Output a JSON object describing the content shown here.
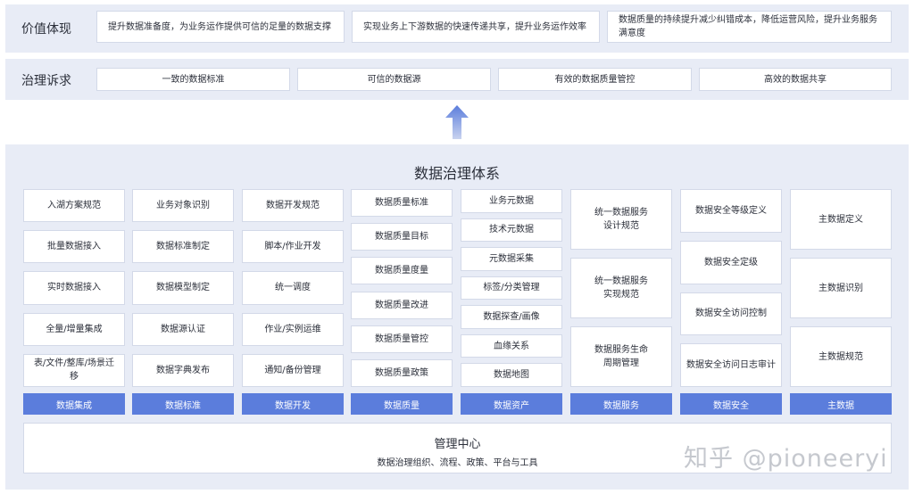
{
  "value": {
    "label": "价值体现",
    "items": [
      "提升数据准备度，为业务运作提供可信的足量的数据支撑",
      "实现业务上下游数据的快速传递共享，提升业务运作效率",
      "数据质量的持续提升减少纠错成本，降低运营风险，提升业务服务满意度"
    ]
  },
  "demand": {
    "label": "治理诉求",
    "items": [
      "一致的数据标准",
      "可信的数据源",
      "有效的数据质量管控",
      "高效的数据共享"
    ]
  },
  "system": {
    "title": "数据治理体系",
    "columns": [
      {
        "footer": "数据集成",
        "items": [
          "入湖方案规范",
          "批量数据接入",
          "实时数据接入",
          "全量/增量集成",
          "表/文件/整库/场景迁移"
        ]
      },
      {
        "footer": "数据标准",
        "items": [
          "业务对象识别",
          "数据标准制定",
          "数据模型制定",
          "数据源认证",
          "数据字典发布"
        ]
      },
      {
        "footer": "数据开发",
        "items": [
          "数据开发规范",
          "脚本/作业开发",
          "统一调度",
          "作业/实例运维",
          "通知/备份管理"
        ]
      },
      {
        "footer": "数据质量",
        "items": [
          "数据质量标准",
          "数据质量目标",
          "数据质量度量",
          "数据质量改进",
          "数据质量管控",
          "数据质量政策"
        ]
      },
      {
        "footer": "数据资产",
        "items": [
          "业务元数据",
          "技术元数据",
          "元数据采集",
          "标签/分类管理",
          "数据探查/画像",
          "血缘关系",
          "数据地图"
        ]
      },
      {
        "footer": "数据服务",
        "items": [
          "统一数据服务设计规范",
          "统一数据服务实现规范",
          "数据服务生命周期管理"
        ]
      },
      {
        "footer": "数据安全",
        "items": [
          "数据安全等级定义",
          "数据安全定级",
          "数据安全访问控制",
          "数据安全访问日志审计"
        ]
      },
      {
        "footer": "主数据",
        "items": [
          "主数据定义",
          "主数据识别",
          "主数据规范"
        ]
      }
    ]
  },
  "management": {
    "title": "管理中心",
    "subtitle": "数据治理组织、流程、政策、平台与工具"
  },
  "watermark": "知乎 @pioneeryi"
}
